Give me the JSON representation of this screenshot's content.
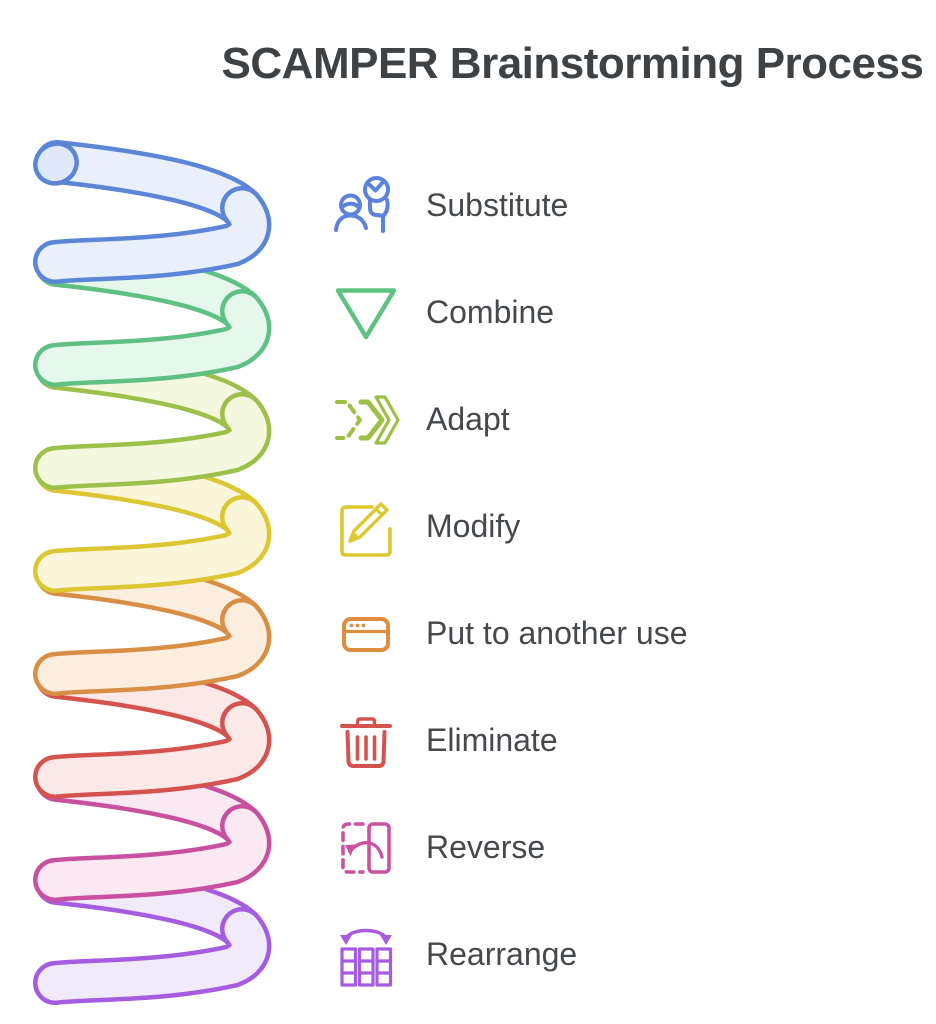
{
  "title": "SCAMPER Brainstorming Process",
  "background_color": "#ffffff",
  "title_color": "#3e4245",
  "label_color": "#45484c",
  "items": [
    {
      "key": "substitute",
      "label": "Substitute",
      "icon": "people-icon",
      "color": "#5b82dd"
    },
    {
      "key": "combine",
      "label": "Combine",
      "icon": "triangle-down-icon",
      "color": "#5ec282"
    },
    {
      "key": "adapt",
      "label": "Adapt",
      "icon": "chevrons-forward-icon",
      "color": "#9cc043"
    },
    {
      "key": "modify",
      "label": "Modify",
      "icon": "edit-square-pencil-icon",
      "color": "#ddc832"
    },
    {
      "key": "put-to-another-use",
      "label": "Put to another use",
      "icon": "browser-card-icon",
      "color": "#dd8e3e"
    },
    {
      "key": "eliminate",
      "label": "Eliminate",
      "icon": "trash-icon",
      "color": "#d5534f"
    },
    {
      "key": "reverse",
      "label": "Reverse",
      "icon": "flip-undo-icon",
      "color": "#cb51a1"
    },
    {
      "key": "rearrange",
      "label": "Rearrange",
      "icon": "rearrange-columns-icon",
      "color": "#a55ce0"
    }
  ],
  "spiral": {
    "description": "coiled spring with 8 colored turns, top end cap visible",
    "coils": [
      {
        "name": "blue",
        "stroke": "#5b86d8",
        "fill": "#e9effb"
      },
      {
        "name": "green",
        "stroke": "#5fc083",
        "fill": "#e6f7ec"
      },
      {
        "name": "olive",
        "stroke": "#9cc04a",
        "fill": "#f3f8de"
      },
      {
        "name": "yellow",
        "stroke": "#dcc631",
        "fill": "#fbf6d9"
      },
      {
        "name": "orange",
        "stroke": "#d88f45",
        "fill": "#fbeede"
      },
      {
        "name": "red",
        "stroke": "#d4534f",
        "fill": "#fbe9e7"
      },
      {
        "name": "pink",
        "stroke": "#c751a0",
        "fill": "#fae9f2"
      },
      {
        "name": "purple",
        "stroke": "#a55ce0",
        "fill": "#f1eafb"
      }
    ],
    "cap_fill": "#dfe9f9"
  }
}
